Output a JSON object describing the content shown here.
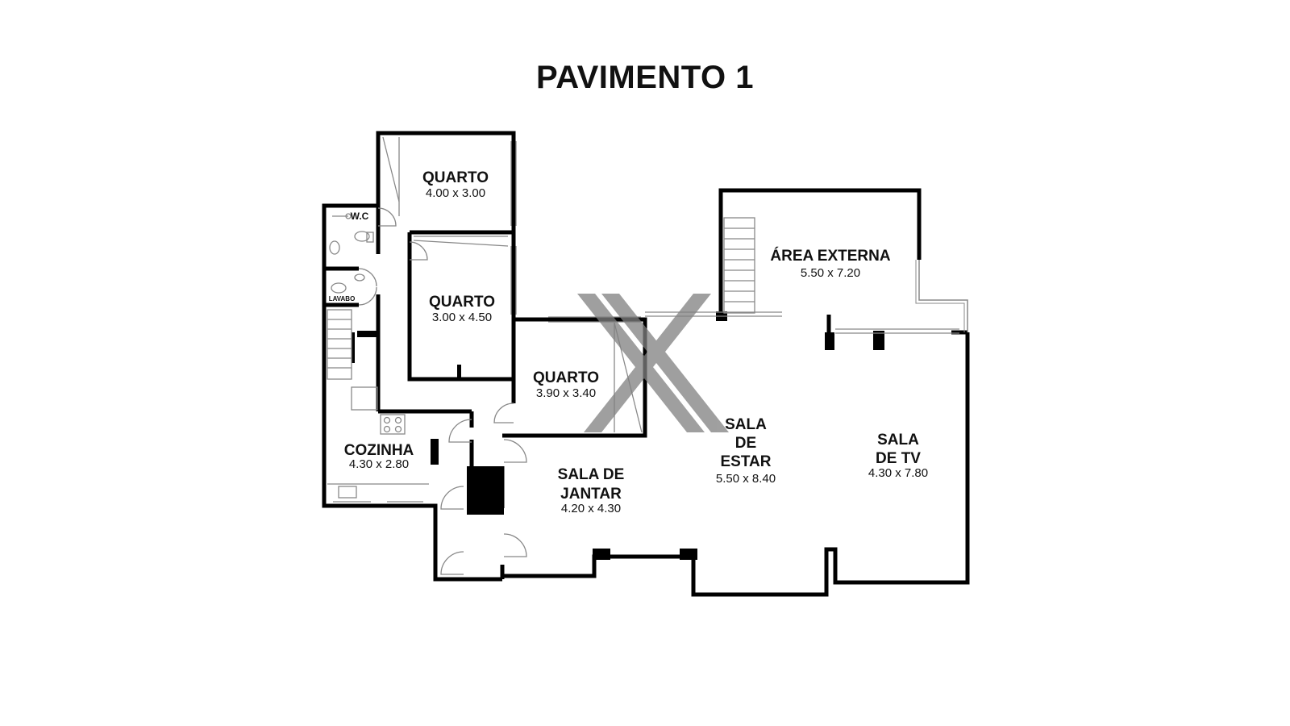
{
  "title": "PAVIMENTO 1",
  "watermark": {
    "icon": "x-logo-watermark",
    "color": "#808080"
  },
  "colors": {
    "walls": "#000000",
    "background": "#ffffff",
    "thin_lines": "#888888"
  },
  "rooms": {
    "quarto_top": {
      "name": "QUARTO",
      "dims": "4.00 x 3.00"
    },
    "quarto_mid": {
      "name": "QUARTO",
      "dims": "3.00 x 4.50"
    },
    "quarto_small": {
      "name": "QUARTO",
      "dims": "3.90 x 3.40"
    },
    "wc": {
      "name": "W.C"
    },
    "lavabo": {
      "name": "LAVABO"
    },
    "cozinha": {
      "name": "COZINHA",
      "dims": "4.30 x 2.80"
    },
    "sala_jantar": {
      "name_line1": "SALA DE",
      "name_line2": "JANTAR",
      "dims": "4.20 x 4.30"
    },
    "sala_estar": {
      "name_line1": "SALA",
      "name_line2": "DE",
      "name_line3": "ESTAR",
      "dims": "5.50 x 8.40"
    },
    "sala_tv": {
      "name_line1": "SALA",
      "name_line2": "DE TV",
      "dims": "4.30 x 7.80"
    },
    "area_externa": {
      "name": "ÁREA EXTERNA",
      "dims": "5.50 x 7.20"
    }
  }
}
